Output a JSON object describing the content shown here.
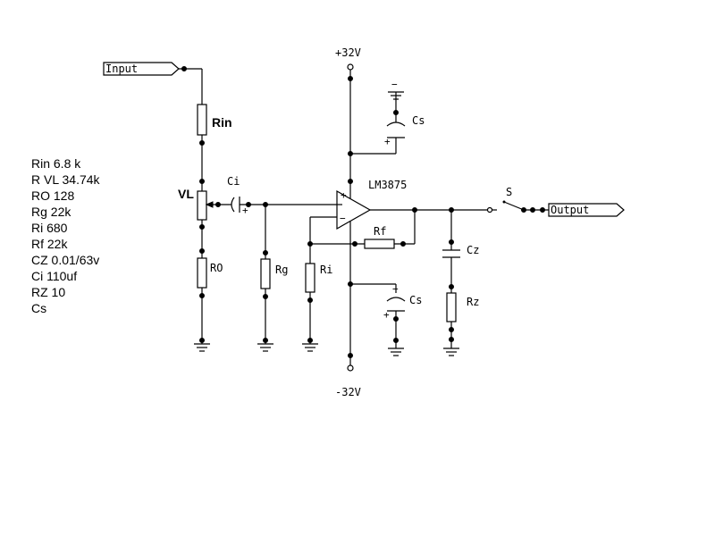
{
  "labels": {
    "input": "Input",
    "output": "Output",
    "vplus": "+32V",
    "vminus": "-32V",
    "rin": "Rin",
    "vl": "VL",
    "ci": "Ci",
    "ro": "RO",
    "rg": "Rg",
    "ri": "Ri",
    "rf": "Rf",
    "chip": "LM3875",
    "cs_top": "Cs",
    "cs_bottom": "Cs",
    "cz": "Cz",
    "rz": "Rz",
    "switch": "S",
    "opamp_plus": "+",
    "opamp_minus": "−",
    "cap_minus_top": "−",
    "cap_plus_top": "+",
    "cap_minus_bottom": "−",
    "cap_plus_bottom": "+",
    "ci_plus": "+"
  },
  "values": [
    "Rin 6.8 k",
    "R VL 34.74k",
    "RO 128",
    "Rg 22k",
    "Ri 680",
    "Rf 22k",
    "CZ 0.01/63v",
    "Ci 110uf",
    "RZ 10",
    "Cs"
  ]
}
